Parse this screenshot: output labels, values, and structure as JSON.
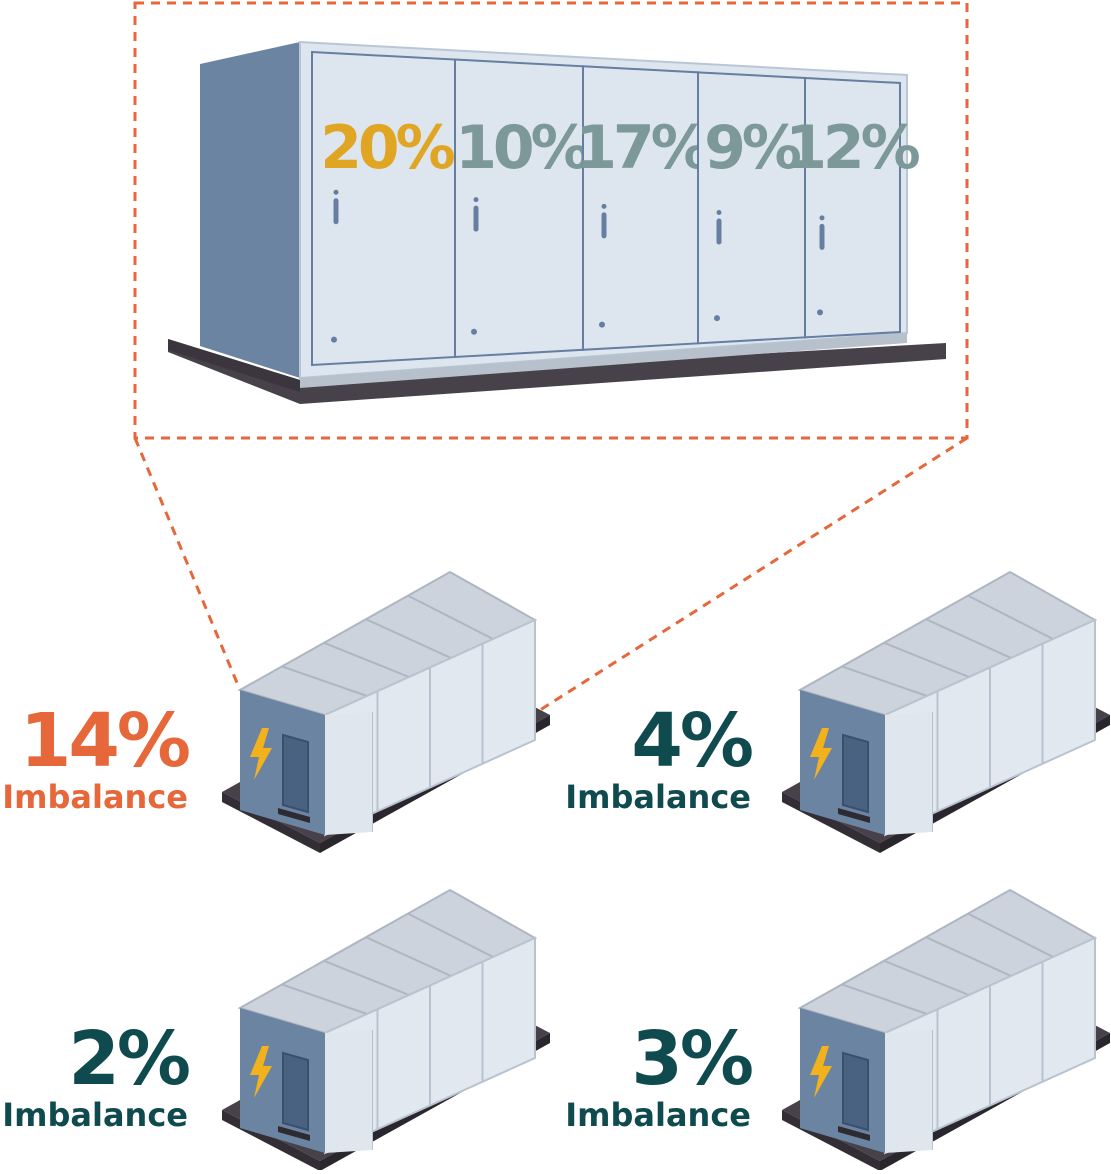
{
  "colors": {
    "accent_orange": "#e5673a",
    "teal": "#0f4a4f",
    "gold": "#e0a523",
    "gray_label": "#7c9898",
    "cabinet_side": "#6b84a2",
    "panel_fill": "#dde6ef",
    "panel_stroke": "#667ea0",
    "base": "#474149",
    "lightning": "#f3b21c"
  },
  "detail_cabinet": {
    "modules": [
      {
        "label": "20%",
        "value": 20,
        "highlight": true
      },
      {
        "label": "10%",
        "value": 10,
        "highlight": false
      },
      {
        "label": "17%",
        "value": 17,
        "highlight": false
      },
      {
        "label": "9%",
        "value": 9,
        "highlight": false
      },
      {
        "label": "12%",
        "value": 12,
        "highlight": false
      }
    ]
  },
  "containers": [
    {
      "percent": "14%",
      "label": "Imbalance",
      "value": 14,
      "highlight": true
    },
    {
      "percent": "4%",
      "label": "Imbalance",
      "value": 4,
      "highlight": false
    },
    {
      "percent": "2%",
      "label": "Imbalance",
      "value": 2,
      "highlight": false
    },
    {
      "percent": "3%",
      "label": "Imbalance",
      "value": 3,
      "highlight": false
    }
  ],
  "icons": {
    "door_handle": "door-handle-icon",
    "lightning": "lightning-bolt-icon"
  }
}
